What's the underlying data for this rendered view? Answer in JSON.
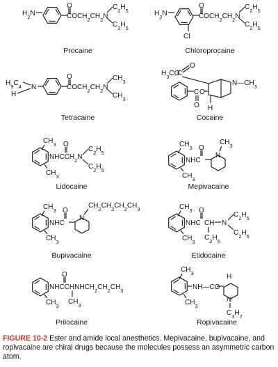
{
  "structures": [
    {
      "id": "procaine",
      "name": "Procaine",
      "labels": {
        "amine": "H2N",
        "ester": "COCH2CH2N",
        "c2h5_top": "C2H5",
        "c2h5_bottom": "C2H5",
        "o": "O"
      }
    },
    {
      "id": "chloroprocaine",
      "name": "Chloroprocaine",
      "labels": {
        "amine": "H2N",
        "ester": "COCH2CH2N",
        "c2h5_top": "C2H5",
        "c2h5_bottom": "C2H5",
        "o": "O",
        "cl": "Cl"
      }
    },
    {
      "id": "tetracaine",
      "name": "Tetracaine",
      "labels": {
        "amine": "H9C4",
        "h": "H",
        "n": "N",
        "ester": "COCH2CH2N",
        "ch3_top": "CH3",
        "ch3_bottom": "CH3",
        "o": "O"
      }
    },
    {
      "id": "cocaine",
      "name": "Cocaine",
      "labels": {
        "methyl_ester": "H3CO",
        "c": "C",
        "o": "O",
        "n_methyl": "N—CH3",
        "benzoyl_c": "C",
        "benzoyl_o": "O",
        "ester_o": "O",
        "h": "H"
      }
    },
    {
      "id": "lidocaine",
      "name": "Lidocaine",
      "labels": {
        "ch3_top": "CH3",
        "ch3_bottom": "CH3",
        "amide": "NHCCH2N",
        "o": "O",
        "c2h5_top": "C2H5",
        "c2h5_bottom": "C2H5"
      }
    },
    {
      "id": "mepivacaine",
      "name": "Mepivacaine",
      "labels": {
        "ch3_top": "CH3",
        "ch3_bottom": "CH3",
        "amide": "NHC",
        "o": "O",
        "n": "N",
        "n_ch3": "CH3"
      }
    },
    {
      "id": "bupivacaine",
      "name": "Bupivacaine",
      "labels": {
        "ch3_top": "CH3",
        "ch3_bottom": "CH3",
        "amide": "NHC",
        "o": "O",
        "n": "N",
        "butyl": "CH2CH2CH2CH3"
      }
    },
    {
      "id": "etidocaine",
      "name": "Etidocaine",
      "labels": {
        "ch3_top": "CH3",
        "ch3_bottom": "CH3",
        "amide": "NHC",
        "o": "O",
        "ch": "CH",
        "n": "N",
        "c2h5_top": "C2H5",
        "c2h5_bottom": "C2H5",
        "c2h5_alpha": "C2H5"
      }
    },
    {
      "id": "prilocaine",
      "name": "Prilocaine",
      "labels": {
        "ch3": "CH3",
        "amide": "NHCCHNHCH2CH2CH3",
        "o": "O",
        "ch3_alpha": "CH3"
      }
    },
    {
      "id": "ropivacaine",
      "name": "Ropivacaine",
      "labels": {
        "ch3_top": "CH3",
        "ch3_bottom": "CH3",
        "amide": "NH—CO",
        "h": "H",
        "n": "N",
        "propyl": "C3H7"
      }
    }
  ],
  "caption": {
    "label": "FIGURE 10-2",
    "text": "Ester and amide local anesthetics. Mepivacaine, bupivacaine, and ropivacaine are chiral drugs because the molecules possess an asymmetric carbon atom.",
    "label_color": "#c0392b"
  }
}
